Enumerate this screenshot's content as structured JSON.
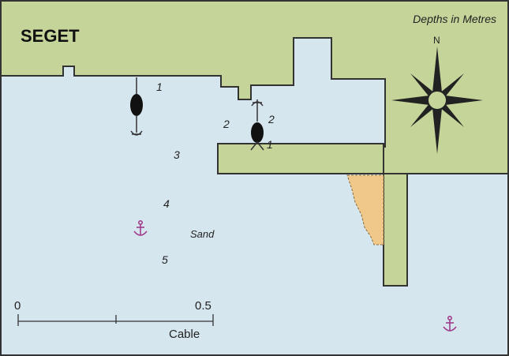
{
  "map": {
    "title": "SEGET",
    "subtitle": "Depths in Metres",
    "north_label": "N",
    "bottom_label": "Sand",
    "depths": [
      "1",
      "2",
      "2",
      "1",
      "3",
      "4",
      "5"
    ],
    "scale": {
      "start_label": "0",
      "end_label": "0.5",
      "unit_label": "Cable"
    },
    "colors": {
      "land": "#c5d59a",
      "water": "#d6e6ef",
      "sand": "#f0c98a",
      "border": "#333333",
      "anchor": "#a03c8c"
    },
    "icons": [
      "anchor-icon",
      "anchor-icon",
      "mooring-buoy-icon",
      "mooring-buoy-icon",
      "compass-rose-icon"
    ]
  }
}
